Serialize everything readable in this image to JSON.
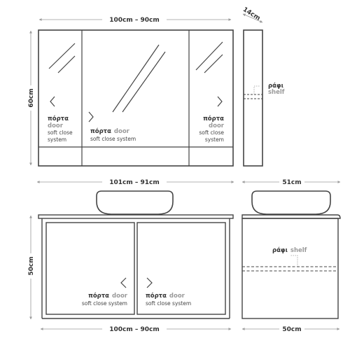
{
  "colors": {
    "outline": "#444444",
    "dimension_line": "#9a9a9a",
    "label_dark": "#333333",
    "label_light": "#9a9a9a"
  },
  "mirror_cabinet": {
    "width_label": "100cm – 90cm",
    "depth_label": "14cm",
    "height_label": "60cm",
    "door_left": {
      "label": "πόρτα",
      "label_en": "door",
      "note1": "soft close",
      "note2": "system"
    },
    "door_center": {
      "label": "πόρτα",
      "label_en": "door",
      "note": "soft close system"
    },
    "door_right": {
      "label": "πόρτα",
      "label_en": "door",
      "note1": "soft close",
      "note2": "system"
    },
    "shelf": {
      "label": "ράφι",
      "label_en": "shelf"
    }
  },
  "vanity": {
    "countertop_width_label": "101cm – 91cm",
    "countertop_depth_label": "51cm",
    "height_label": "50cm",
    "width_label": "100cm – 90cm",
    "depth_label": "50cm",
    "door_left": {
      "label": "πόρτα",
      "label_en": "door",
      "note": "soft close system"
    },
    "door_right": {
      "label": "πόρτα",
      "label_en": "door",
      "note": "soft close system"
    },
    "shelf": {
      "label": "ράφι",
      "label_en": "shelf"
    }
  }
}
